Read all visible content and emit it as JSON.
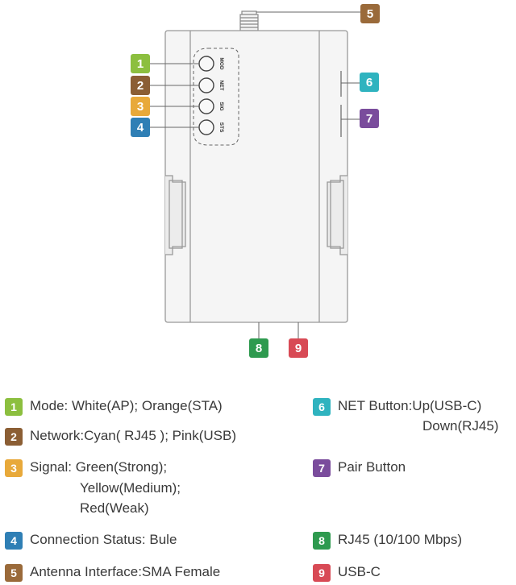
{
  "colors": {
    "1": "#8cbf3f",
    "2": "#8b5e34",
    "3": "#e8a93a",
    "4": "#2f7fb5",
    "5": "#9a6a3a",
    "6": "#2fb3bf",
    "7": "#7a4c9c",
    "8": "#2e9a4f",
    "9": "#d84a55"
  },
  "led_labels": [
    "MOD",
    "NET",
    "SIG",
    "STS"
  ],
  "callouts": {
    "1": "1",
    "2": "2",
    "3": "3",
    "4": "4",
    "5": "5",
    "6": "6",
    "7": "7",
    "8": "8",
    "9": "9"
  },
  "legend": {
    "mode": "Mode: White(AP); Orange(STA)",
    "network": "Network:Cyan( RJ45 ); Pink(USB)",
    "signal_1": "Signal: Green(Strong);",
    "signal_2": "Yellow(Medium);",
    "signal_3": "Red(Weak)",
    "connection": "Connection Status: Bule",
    "antenna": "Antenna Interface:SMA Female",
    "net_button_1": "NET Button:Up(USB-C)",
    "net_button_2": "Down(RJ45)",
    "pair_button": "Pair Button",
    "rj45": "RJ45 (10/100 Mbps)",
    "usbc": "USB-C"
  }
}
